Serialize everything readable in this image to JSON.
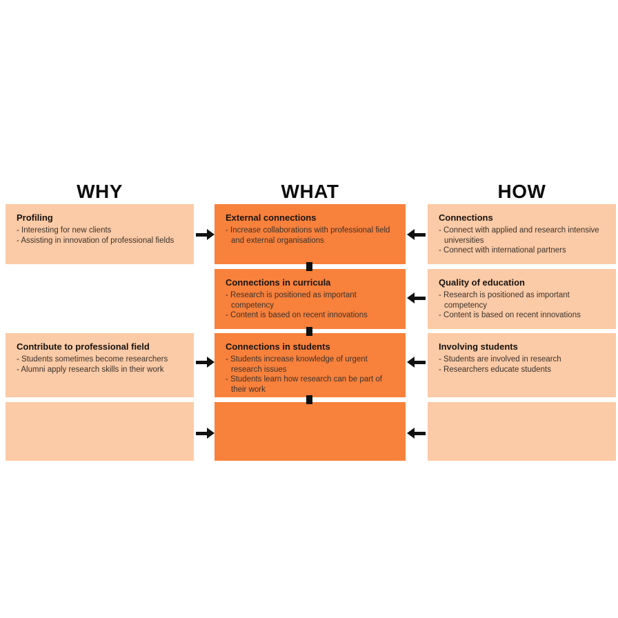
{
  "headers": {
    "why": "WHY",
    "what": "WHAT",
    "how": "HOW"
  },
  "colors": {
    "box_light": "#fbcaa6",
    "box_dark": "#f8813c",
    "arrow": "#111111",
    "header_text": "#0c0c0c",
    "title_text": "#171310",
    "body_text": "#3a322b",
    "background": "#ffffff"
  },
  "boxes": {
    "why_profiling": {
      "title": "Profiling",
      "bullets": [
        "- Interesting for new clients",
        "- Assisting in innovation of professional fields"
      ]
    },
    "why_contribute": {
      "title": "Contribute to professional field",
      "bullets": [
        "- Students sometimes become researchers",
        "- Alumni apply research skills in their work"
      ]
    },
    "what_external": {
      "title": "External connections",
      "bullets": [
        "- Increase collaborations with professional field and external organisations"
      ]
    },
    "what_curricula": {
      "title": "Connections in curricula",
      "bullets": [
        "- Research is positioned as important competency",
        "- Content is based on recent innovations"
      ]
    },
    "what_students": {
      "title": "Connections in students",
      "bullets": [
        "- Students increase knowledge of urgent research issues",
        "- Students learn how research can be part of their work"
      ]
    },
    "how_connections": {
      "title": "Connections",
      "bullets": [
        "- Connect with applied and research intensive universities",
        "- Connect with international partners"
      ]
    },
    "how_quality": {
      "title": "Quality of education",
      "bullets": [
        "- Research is positioned as important competency",
        "- Content is based on recent innovations"
      ]
    },
    "how_involving": {
      "title": "Involving students",
      "bullets": [
        "- Students are involved in research",
        "- Researchers educate students"
      ]
    }
  }
}
